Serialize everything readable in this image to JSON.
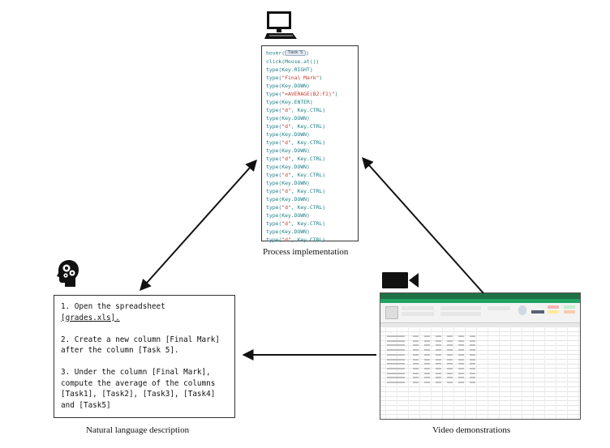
{
  "process": {
    "caption": "Process implementation",
    "hover_prefix": "hover(",
    "hover_chip": "Task 5",
    "hover_suffix": ")",
    "lines": [
      {
        "fn": "click(Mouse.at())",
        "arg": "",
        "tail": ""
      },
      {
        "fn": "type(Key.RIGHT)",
        "arg": "",
        "tail": ""
      },
      {
        "fn": "type(",
        "arg": "\"Final Mark\"",
        "tail": ")"
      },
      {
        "fn": "type(Key.DOWN)",
        "arg": "",
        "tail": ""
      },
      {
        "fn": "type(",
        "arg": "\"=AVERAGE(B2:F2)\"",
        "tail": ")"
      },
      {
        "fn": "type(Key.ENTER)",
        "arg": "",
        "tail": ""
      },
      {
        "fn": "type(",
        "arg": "\"d\"",
        "tail": ", Key.CTRL)"
      },
      {
        "fn": "type(Key.DOWN)",
        "arg": "",
        "tail": ""
      },
      {
        "fn": "type(",
        "arg": "\"d\"",
        "tail": ", Key.CTRL)"
      },
      {
        "fn": "type(Key.DOWN)",
        "arg": "",
        "tail": ""
      },
      {
        "fn": "type(",
        "arg": "\"d\"",
        "tail": ", Key.CTRL)"
      },
      {
        "fn": "type(Key.DOWN)",
        "arg": "",
        "tail": ""
      },
      {
        "fn": "type(",
        "arg": "\"d\"",
        "tail": ", Key.CTRL)"
      },
      {
        "fn": "type(Key.DOWN)",
        "arg": "",
        "tail": ""
      },
      {
        "fn": "type(",
        "arg": "\"d\"",
        "tail": ", Key.CTRL)"
      },
      {
        "fn": "type(Key.DOWN)",
        "arg": "",
        "tail": ""
      },
      {
        "fn": "type(",
        "arg": "\"d\"",
        "tail": ", Key.CTRL)"
      },
      {
        "fn": "type(Key.DOWN)",
        "arg": "",
        "tail": ""
      },
      {
        "fn": "type(",
        "arg": "\"d\"",
        "tail": ", Key.CTRL)"
      },
      {
        "fn": "type(Key.DOWN)",
        "arg": "",
        "tail": ""
      },
      {
        "fn": "type(",
        "arg": "\"d\"",
        "tail": ", Key.CTRL)"
      },
      {
        "fn": "type(Key.DOWN)",
        "arg": "",
        "tail": ""
      },
      {
        "fn": "type(",
        "arg": "\"d\"",
        "tail": ", Key.CTRL)"
      }
    ],
    "fn_color": "#1f7f86",
    "str_color": "#c0392b"
  },
  "natural_language": {
    "caption": "Natural language description",
    "lines": [
      "1. Open the spreadsheet",
      "[grades.xls].",
      "",
      "2. Create a new column [Final Mark]",
      "after the column [Task 5].",
      "",
      "3. Under the column [Final Mark],",
      "compute the average of the columns",
      "[Task1], [Task2], [Task3], [Task4]",
      "and [Task5]"
    ]
  },
  "video": {
    "caption": "Video demonstrations",
    "icon": "video-camera-icon"
  },
  "icons": {
    "computer": "computer-icon",
    "brain": "head-gears-icon"
  }
}
